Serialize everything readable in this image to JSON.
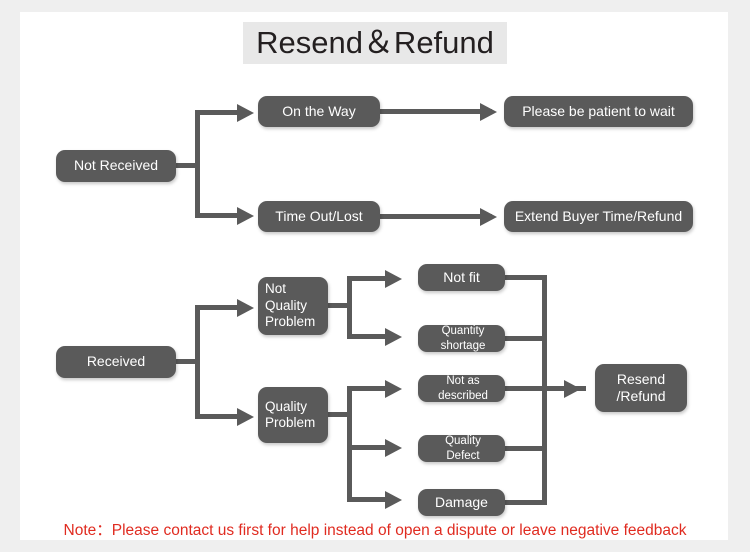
{
  "title": "Resend＆Refund",
  "colors": {
    "box_fill": "#5a5a5a",
    "box_text": "#ffffff",
    "connector": "#5a5a5a",
    "title_bg": "#e8e8e8",
    "title_text": "#231f20",
    "note_text": "#e02b20",
    "canvas_bg": "#ffffff",
    "page_bg": "#efefef"
  },
  "nodes": {
    "not_received": "Not Received",
    "on_the_way": "On the Way",
    "time_out_lost": "Time Out/Lost",
    "please_be_patient": "Please be patient to wait",
    "extend_buyer_time": "Extend Buyer Time/Refund",
    "received": "Received",
    "not_quality_problem": "Not\nQuality\nProblem",
    "quality_problem": "Quality\nProblem",
    "not_fit": "Not fit",
    "quantity_shortage": "Quantity shortage",
    "not_as_described": "Not as described",
    "quality_defect": "Quality Defect",
    "damage": "Damage",
    "resend_refund": "Resend\n/Refund"
  },
  "note": "Note：Please contact us first for help instead of open a dispute or leave negative feedback",
  "chart_data": {
    "type": "diagram",
    "title": "Resend＆Refund",
    "diagram_kind": "flowchart",
    "flows": [
      {
        "from": "Not Received",
        "to": "On the Way"
      },
      {
        "from": "Not Received",
        "to": "Time Out/Lost"
      },
      {
        "from": "On the Way",
        "to": "Please be patient to wait"
      },
      {
        "from": "Time Out/Lost",
        "to": "Extend Buyer Time/Refund"
      },
      {
        "from": "Received",
        "to": "Not Quality Problem"
      },
      {
        "from": "Received",
        "to": "Quality Problem"
      },
      {
        "from": "Not Quality Problem",
        "to": "Not fit"
      },
      {
        "from": "Not Quality Problem",
        "to": "Quantity shortage"
      },
      {
        "from": "Quality Problem",
        "to": "Not as described"
      },
      {
        "from": "Quality Problem",
        "to": "Quality Defect"
      },
      {
        "from": "Quality Problem",
        "to": "Damage"
      },
      {
        "from": "Not fit",
        "to": "Resend /Refund"
      },
      {
        "from": "Quantity shortage",
        "to": "Resend /Refund"
      },
      {
        "from": "Not as described",
        "to": "Resend /Refund"
      },
      {
        "from": "Quality Defect",
        "to": "Resend /Refund"
      },
      {
        "from": "Damage",
        "to": "Resend /Refund"
      }
    ]
  }
}
